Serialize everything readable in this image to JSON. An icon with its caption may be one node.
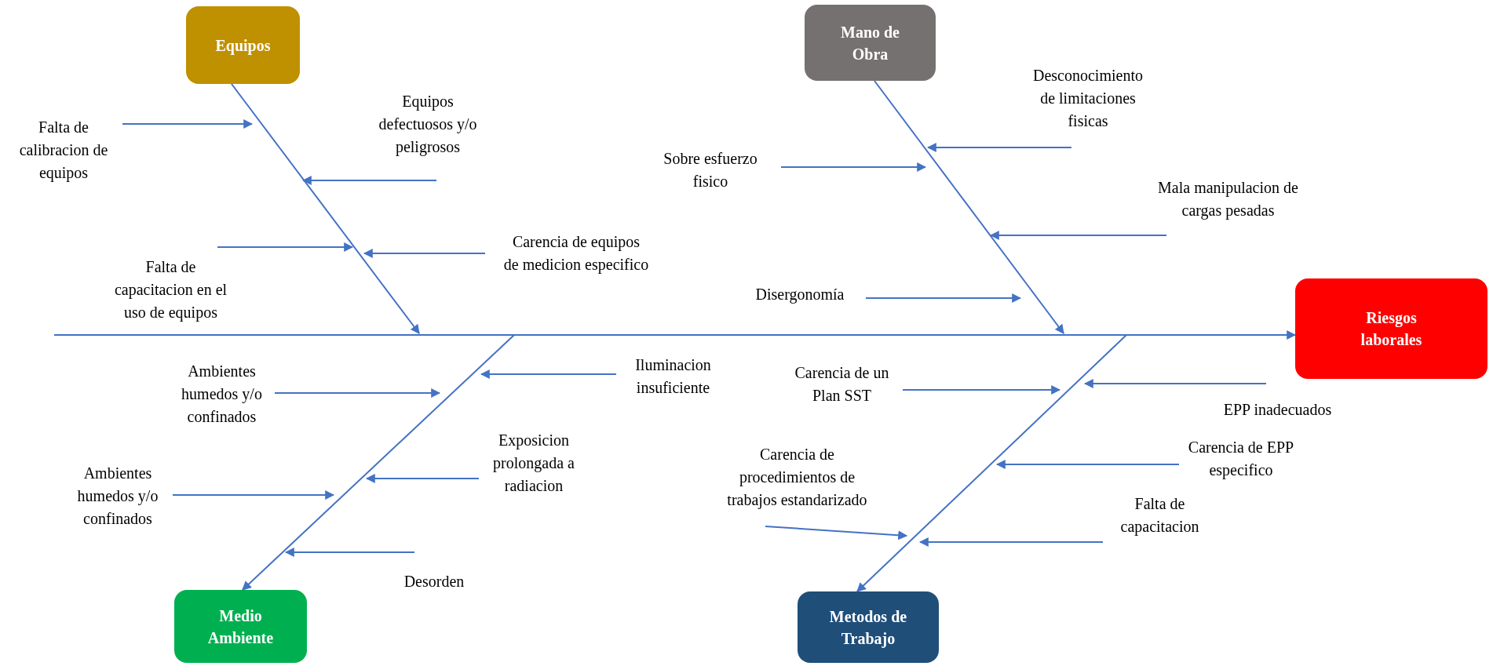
{
  "diagram": {
    "nodes": [
      {
        "text": [
          "Equipos"
        ]
      },
      {
        "text": [
          "Mano de Obra"
        ]
      },
      {
        "text": [
          "Falta de calibracion de equipos"
        ]
      },
      {
        "text": [
          "Equipos defectuosos y/o peligrosos"
        ]
      },
      {
        "text": [
          "Falta de capacitacion en el uso de equipos"
        ]
      },
      {
        "text": [
          "Carencia de equipos de medicion especifico"
        ]
      },
      {
        "text": [
          "Desconocimiento de limitaciones fisicas"
        ]
      },
      {
        "text": [
          "Sobre esfuerzo fisico"
        ]
      },
      {
        "text": [
          "Mala manipulacion de cargas pesadas"
        ]
      },
      {
        "text": [
          "Disergonomía"
        ]
      },
      {
        "text": [
          "Riesgos laborales"
        ]
      },
      {
        "text": [
          "Ambientes humedos y/o confinados"
        ]
      },
      {
        "text": [
          "Iluminacion insuficiente"
        ]
      },
      {
        "text": [
          "Carencia de un Plan SST"
        ]
      },
      {
        "text": [
          "EPP inadecuados"
        ]
      },
      {
        "text": [
          "Exposicion prolongada a radiacion"
        ]
      },
      {
        "text": [
          "Ambientes humedos y/o confinados"
        ]
      },
      {
        "text": [
          "Carencia de procedimientos de trabajos estandarizado"
        ]
      },
      {
        "text": [
          "Carencia de EPP especifico"
        ]
      },
      {
        "text": [
          "Falta de capacitacion"
        ]
      },
      {
        "text": [
          "Desorden"
        ]
      },
      {
        "text": [
          "Medio Ambiente"
        ]
      },
      {
        "text": [
          "Metodos de Trabajo"
        ]
      }
    ],
    "edges": [
      {
        "from": null,
        "to": 10,
        "arrow": "to"
      },
      {
        "from": 0,
        "to": null,
        "arrow": "to"
      },
      {
        "from": 1,
        "to": null,
        "arrow": "to"
      },
      {
        "from": null,
        "to": 21,
        "arrow": "to"
      },
      {
        "from": null,
        "to": 22,
        "arrow": "to"
      },
      {
        "from": 2,
        "to": null,
        "arrow": "to"
      },
      {
        "from": 3,
        "to": null,
        "arrow": "to"
      },
      {
        "from": 4,
        "to": null,
        "arrow": "to"
      },
      {
        "from": 5,
        "to": null,
        "arrow": "to"
      },
      {
        "from": 6,
        "to": null,
        "arrow": "to"
      },
      {
        "from": 7,
        "to": null,
        "arrow": "to"
      },
      {
        "from": 8,
        "to": null,
        "arrow": "to"
      },
      {
        "from": 9,
        "to": null,
        "arrow": "to"
      },
      {
        "from": 11,
        "to": null,
        "arrow": "to"
      },
      {
        "from": 12,
        "to": null,
        "arrow": "to"
      },
      {
        "from": 13,
        "to": null,
        "arrow": "to"
      },
      {
        "from": 14,
        "to": null,
        "arrow": "to"
      },
      {
        "from": 15,
        "to": null,
        "arrow": "to"
      },
      {
        "from": 16,
        "to": null,
        "arrow": "to"
      },
      {
        "from": 17,
        "to": null,
        "arrow": "to"
      },
      {
        "from": 18,
        "to": null,
        "arrow": "to"
      },
      {
        "from": 19,
        "to": null,
        "arrow": "to"
      },
      {
        "from": 20,
        "to": null,
        "arrow": "to"
      }
    ]
  }
}
